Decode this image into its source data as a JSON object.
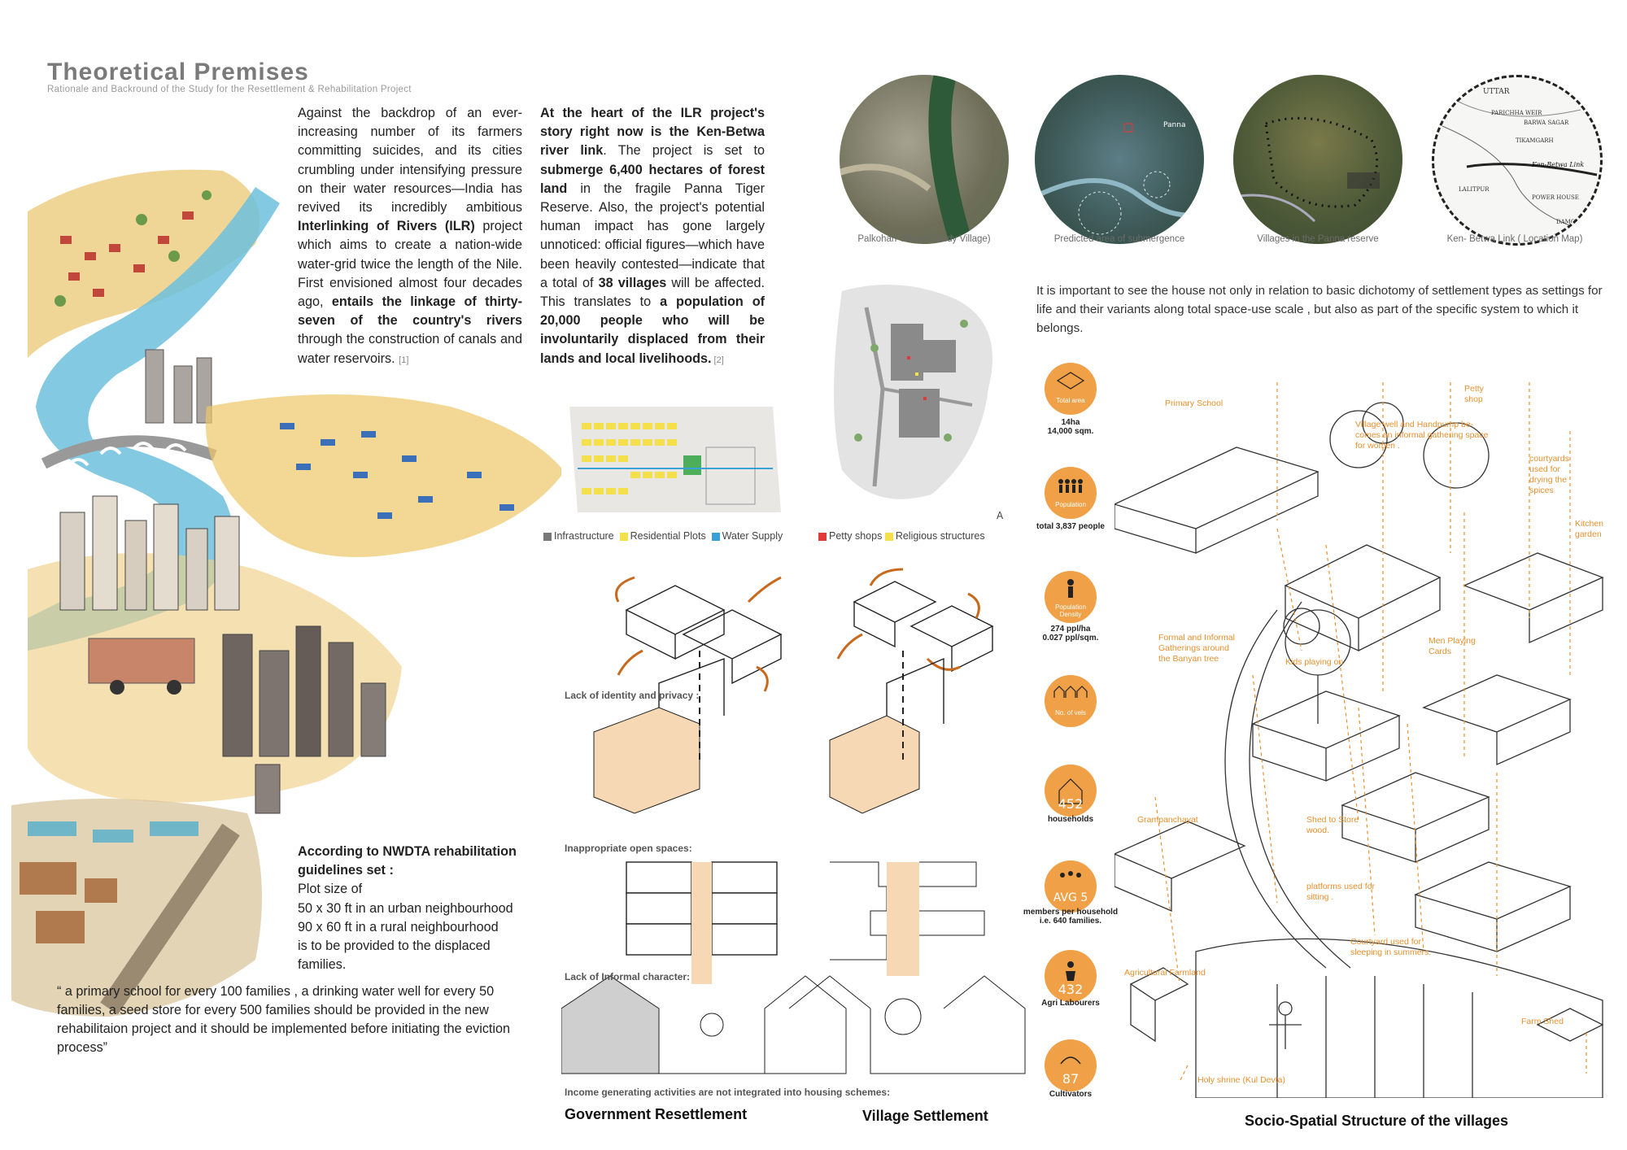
{
  "header": {
    "title": "Theoretical Premises",
    "subtitle": "Rationale and Backround of the Study for the Resettlement & Rehabilitation Project"
  },
  "col1": {
    "p1": "Against the backdrop of an ever-increasing number of its farmers committing suicides, and its cities crumbling under intensifying pressure on their water resources—India has revived its incredibly ambitious ",
    "b1": "Interlinking of Rivers (ILR)",
    "p2": " project which aims to create a nation-wide water-grid twice the length of the Nile. First envisioned almost four decades ago, ",
    "b2": "entails the linkage of thirty-seven of the country's rivers",
    "p3": " through the construction of canals and water reservoirs. ",
    "ref": "[1]"
  },
  "col2": {
    "b1": "At the heart of the ILR project's story right now is the Ken-Betwa river link",
    "p1": ". The project is set to ",
    "b2": "submerge 6,400 hectares of forest land",
    "p2": " in the fragile Panna Tiger Reserve. Also, the project's potential human impact has gone largely unnoticed: official figures—which have been heavily contested—indicate that a total of ",
    "b3": "38 villages",
    "p3": " will be affected. This translates to ",
    "b4": "a population of 20,000 people who will be involuntarily displaced from their lands and local livelihoods.",
    "ref": " [2]"
  },
  "nwdta": {
    "heading": "According to NWDTA rehabilitation guidelines set :",
    "line1": "Plot size of",
    "line2": "50 x 30 ft in an urban neighbourhood",
    "line3": "90 x 60 ft in a rural neighbourhood",
    "line4": "is to be provided to the displaced families.",
    "quote": "“ a primary school for every 100 families , a drinking water well for every 50 families, a seed store for every 500 families should be provided in the new rehabilitaion project and it should be implemented before initiating the eviction process”"
  },
  "maps": {
    "captions": [
      "Palkohan Village (Study Village)",
      "Predicted area of submergence",
      "Villages in the Panna reserve",
      "Ken- Betwa Link  ( Location Map)"
    ],
    "location_labels": [
      "UTTAR",
      "PARICHHA WEIR",
      "BARWA SAGAR",
      "TIKAMGARH",
      "LALITPUR",
      "POWER HOUSE",
      "DAMOH",
      "Ken-Betwa Link"
    ],
    "panna_label": "Panna"
  },
  "plan_legend_left": [
    {
      "label": "Infrastructure",
      "color": "#777777"
    },
    {
      "label": "Residential Plots",
      "color": "#f4e04a"
    },
    {
      "label": "Water Supply",
      "color": "#3aa0d8"
    }
  ],
  "plan_legend_right": [
    {
      "label": "Petty shops",
      "color": "#e23a3a"
    },
    {
      "label": "Religious structures",
      "color": "#f4e04a"
    }
  ],
  "statement": "It is important to see the house not only in relation to basic dichotomy of settlement types as settings for life and their variants along total space-use scale , but also as part of the specific system to which it belongs.",
  "diagram_labels": {
    "identity": "Lack of identity and privacy  :",
    "open_spaces": "Inappropriate open spaces:",
    "informal": "Lack of Informal character:",
    "income": "Income generating activities are not integrated into housing schemes:"
  },
  "captions_bottom": {
    "govt": "Government Resettlement",
    "village": "Village Settlement",
    "socio": "Socio-Spatial Structure of the villages"
  },
  "stats": [
    {
      "icon": "Total area",
      "value": "14ha\n14,000 sqm."
    },
    {
      "icon": "Population",
      "value": "total  3,837 people"
    },
    {
      "icon": "Population Density",
      "value": "274 ppl/ha\n0.027 ppl/sqm."
    },
    {
      "icon": "No. of vels",
      "value": ""
    },
    {
      "icon": "452",
      "value": "households"
    },
    {
      "icon": "AVG 5",
      "value": "members per household\ni.e. 640 families."
    },
    {
      "icon": "432",
      "value": "Agri Labourers"
    },
    {
      "icon": "87",
      "value": "Cultivators"
    }
  ],
  "sketch_labels": [
    "Primary School",
    "Petty shop",
    "Village well and Handpump be-comes an informal gathering space for women .",
    "courtyards used for drying the spices",
    "Kitchen garden",
    "Formal and Informal Gatherings around the Banyan tree",
    "Kids playing on",
    "Men Playing Cards",
    "Grampanchayat",
    "Shed to Store wood.",
    "platforms used for sitting .",
    "Courtyard used for sleeping in summers.",
    "Agricultural Farmland",
    "Farm Shed",
    "Holy shrine (Kul Devta)"
  ],
  "colors": {
    "accent_orange": "#f0a046",
    "river_blue": "#5cb8d8",
    "ochre": "#e8c060",
    "peach": "#f6d9b4"
  }
}
